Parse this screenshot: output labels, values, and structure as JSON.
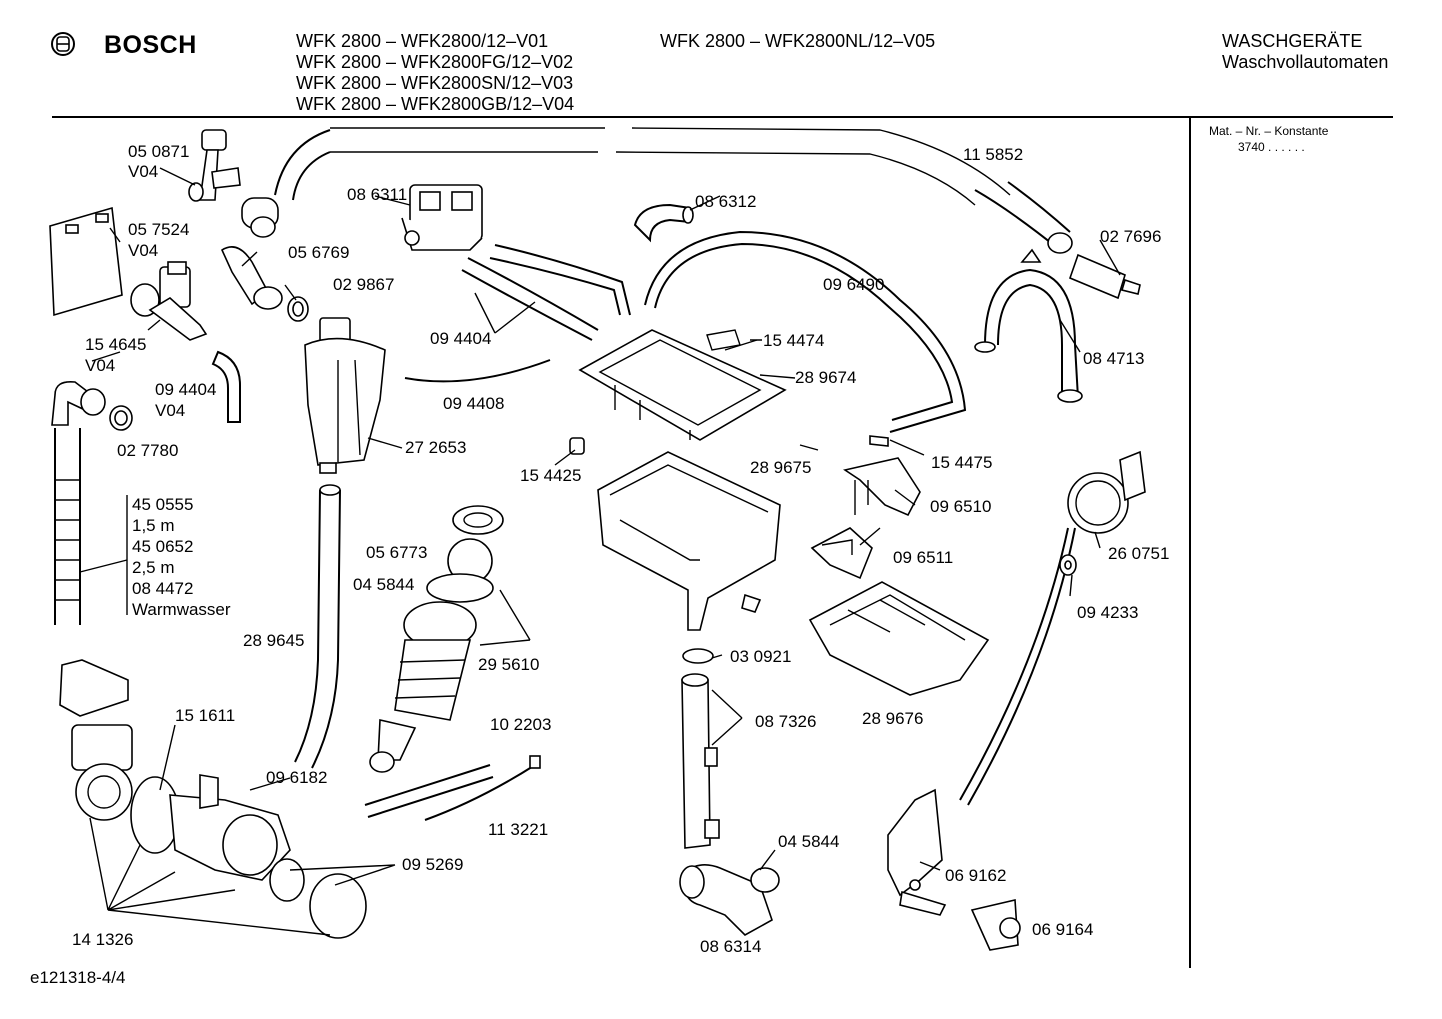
{
  "header": {
    "brand": "BOSCH",
    "models_left": [
      "WFK 2800 – WFK2800/12–V01",
      "WFK 2800 – WFK2800FG/12–V02",
      "WFK 2800 – WFK2800SN/12–V03",
      "WFK 2800 – WFK2800GB/12–V04"
    ],
    "model_center": "WFK 2800 – WFK2800NL/12–V05",
    "category": "WASCHGERÄTE",
    "subcategory": "Waschvollautomaten"
  },
  "sidebar": {
    "title": "Mat. – Nr. – Konstante",
    "value": "3740  .  .  .  .  .  ."
  },
  "parts": [
    {
      "id": "p01",
      "text": "05 0871"
    },
    {
      "id": "p02",
      "text": "V04"
    },
    {
      "id": "p03",
      "text": "05 7524"
    },
    {
      "id": "p04",
      "text": "V04"
    },
    {
      "id": "p05",
      "text": "05 6769"
    },
    {
      "id": "p06",
      "text": "02 9867"
    },
    {
      "id": "p07",
      "text": "15 4645"
    },
    {
      "id": "p08",
      "text": "V04"
    },
    {
      "id": "p09",
      "text": "09 4404"
    },
    {
      "id": "p10",
      "text": "V04"
    },
    {
      "id": "p11",
      "text": "02 7780"
    },
    {
      "id": "p12",
      "text": "45 0555"
    },
    {
      "id": "p13",
      "text": "1,5 m"
    },
    {
      "id": "p14",
      "text": "45 0652"
    },
    {
      "id": "p15",
      "text": "2,5 m"
    },
    {
      "id": "p16",
      "text": "08 4472"
    },
    {
      "id": "p17",
      "text": "Warmwasser"
    },
    {
      "id": "p18",
      "text": "08 6311"
    },
    {
      "id": "p19",
      "text": "09 4404"
    },
    {
      "id": "p20",
      "text": "09 4408"
    },
    {
      "id": "p21",
      "text": "27 2653"
    },
    {
      "id": "p22",
      "text": "08 6312"
    },
    {
      "id": "p23",
      "text": "11 5852"
    },
    {
      "id": "p24",
      "text": "02 7696"
    },
    {
      "id": "p25",
      "text": "09 6490"
    },
    {
      "id": "p26",
      "text": "15 4474"
    },
    {
      "id": "p27",
      "text": "28 9674"
    },
    {
      "id": "p28",
      "text": "08 4713"
    },
    {
      "id": "p29",
      "text": "15 4425"
    },
    {
      "id": "p30",
      "text": "28 9675"
    },
    {
      "id": "p31",
      "text": "15 4475"
    },
    {
      "id": "p32",
      "text": "09 6510"
    },
    {
      "id": "p33",
      "text": "09 6511"
    },
    {
      "id": "p34",
      "text": "26 0751"
    },
    {
      "id": "p35",
      "text": "09 4233"
    },
    {
      "id": "p36",
      "text": "05 6773"
    },
    {
      "id": "p37",
      "text": "04 5844"
    },
    {
      "id": "p38",
      "text": "29 5610"
    },
    {
      "id": "p39",
      "text": "28 9645"
    },
    {
      "id": "p40",
      "text": "03 0921"
    },
    {
      "id": "p41",
      "text": "08 7326"
    },
    {
      "id": "p42",
      "text": "28 9676"
    },
    {
      "id": "p43",
      "text": "15 1611"
    },
    {
      "id": "p44",
      "text": "10 2203"
    },
    {
      "id": "p45",
      "text": "09 6182"
    },
    {
      "id": "p46",
      "text": "11 3221"
    },
    {
      "id": "p47",
      "text": "09 5269"
    },
    {
      "id": "p48",
      "text": "14 1326"
    },
    {
      "id": "p49",
      "text": "04 5844"
    },
    {
      "id": "p50",
      "text": "08 6314"
    },
    {
      "id": "p51",
      "text": "06 9162"
    },
    {
      "id": "p52",
      "text": "06 9164"
    }
  ],
  "footer": {
    "drawing_id": "e121318-4/4"
  }
}
